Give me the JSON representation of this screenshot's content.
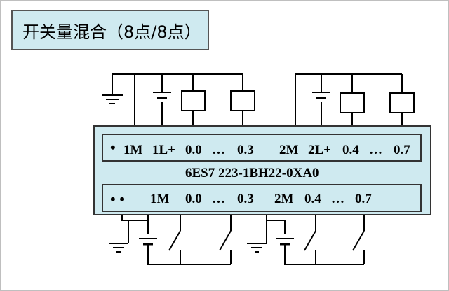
{
  "title": "开关量混合（8点/8点）",
  "module": {
    "model": "6ES7 223-1BH22-0XA0",
    "top_row": {
      "dots": "•",
      "terminals": [
        "1M",
        "1L+",
        "0.0",
        "…",
        "0.3",
        "2M",
        "2L+",
        "0.4",
        "…",
        "0.7"
      ]
    },
    "bottom_row": {
      "dots": "• •",
      "terminals": [
        "1M",
        "0.0",
        "…",
        "0.3",
        "2M",
        "0.4",
        "…",
        "0.7"
      ]
    }
  },
  "colors": {
    "title_bg": "#cfeaf0",
    "module_bg": "#cfeaf0",
    "wire": "#000000"
  }
}
